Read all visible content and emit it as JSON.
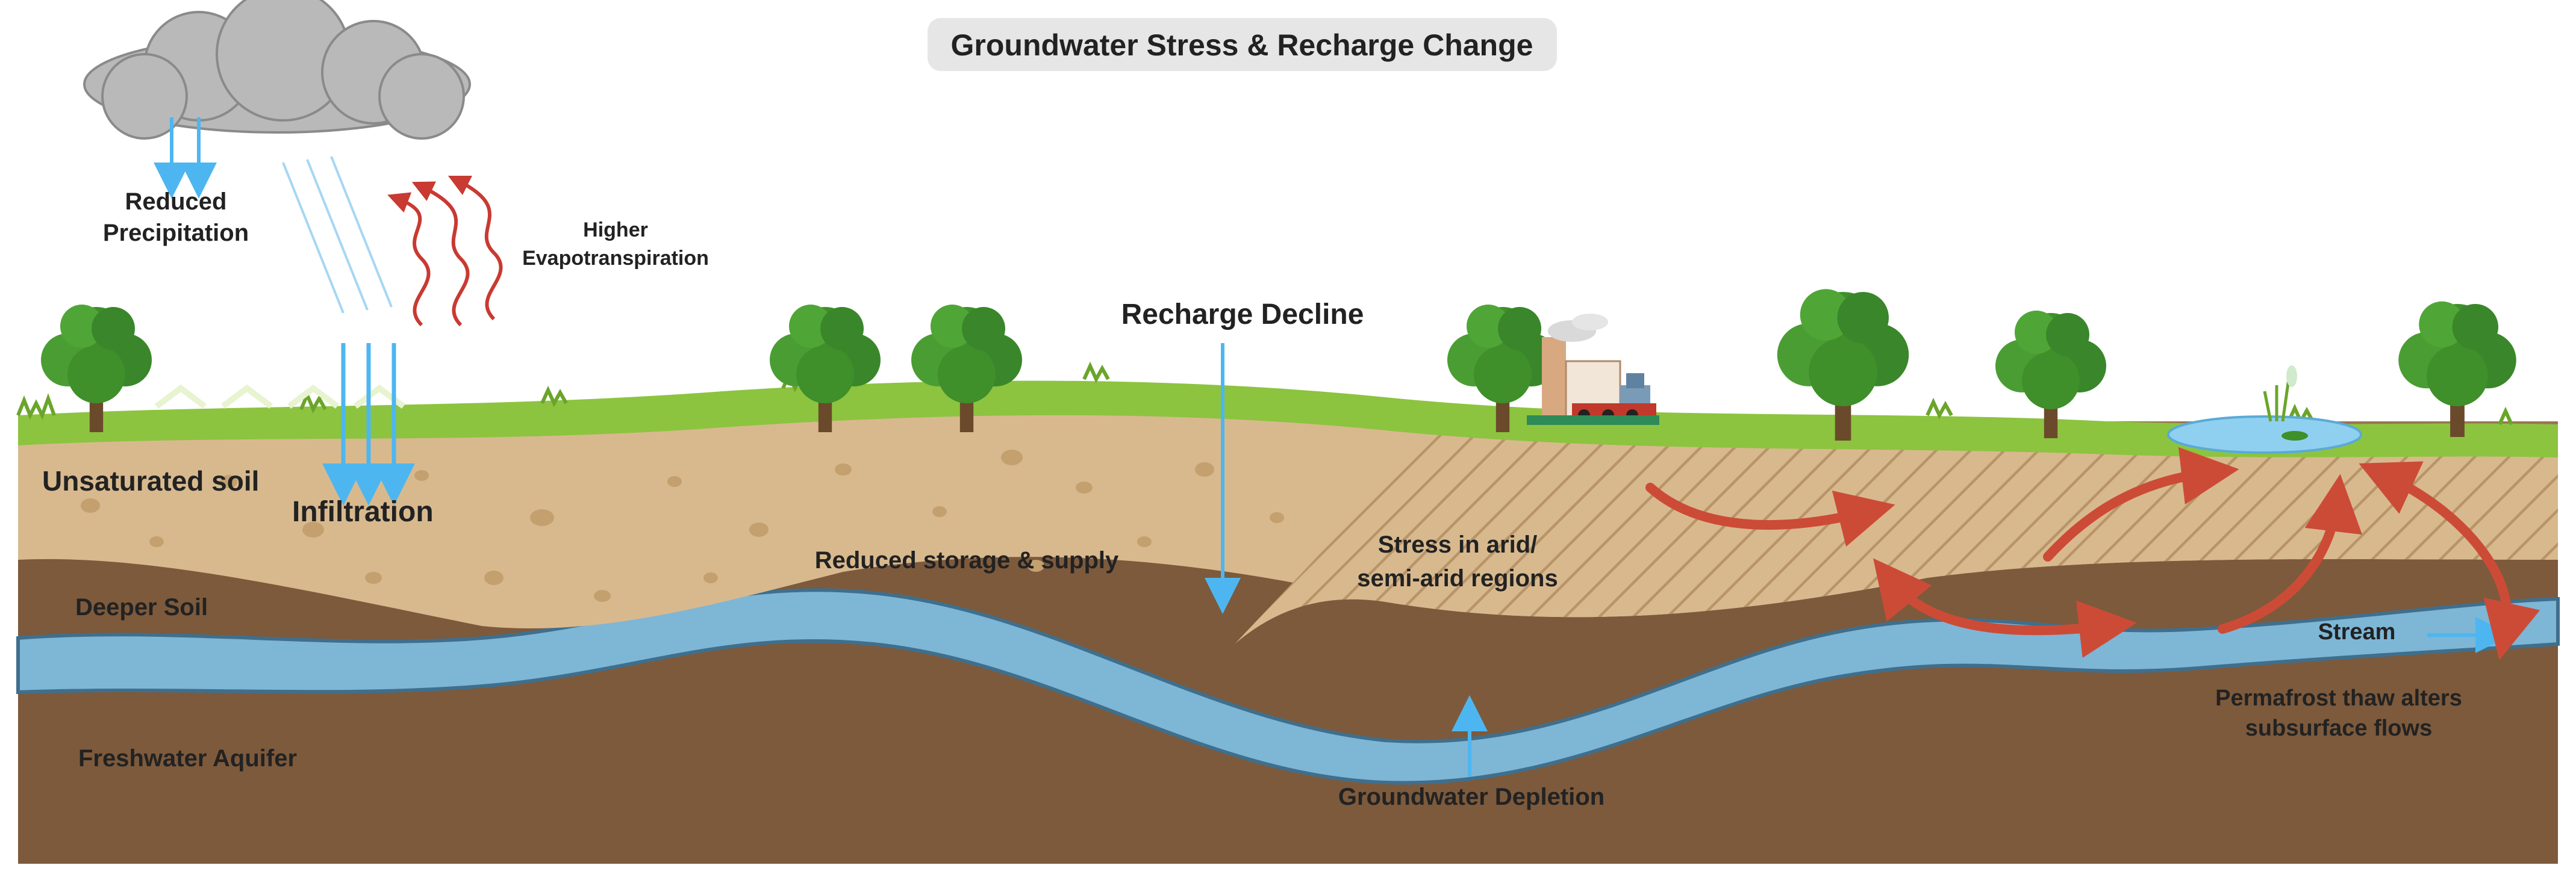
{
  "title": "Groundwater Stress & Recharge Change",
  "labels": {
    "reduced_precipitation": [
      "Reduced",
      "Precipitation"
    ],
    "higher_evapotranspiration": [
      "Higher",
      "Evapotranspiration"
    ],
    "recharge_decline": "Recharge Decline",
    "unsaturated_soil": "Unsaturated soil",
    "infiltration": "Infiltration",
    "reduced_storage": "Reduced storage & supply",
    "stress_arid": [
      "Stress in arid/",
      "semi-arid regions"
    ],
    "deeper_soil": "Deeper Soil",
    "freshwater_aquifer": "Freshwater Aquifer",
    "groundwater_depletion": "Groundwater Depletion",
    "stream": "Stream",
    "permafrost": [
      "Permafrost thaw alters",
      "subsurface flows"
    ]
  },
  "colors": {
    "sky": "#ffffff",
    "grass": "#8cc43f",
    "grass_dark": "#6aa52a",
    "topsoil": "#d8b98e",
    "pebble": "#c4a06f",
    "hatch": "#b89468",
    "deeper_soil": "#7d5a3c",
    "aquifer_rock": "#9a7550",
    "aquifer_water": "#7eb6d6",
    "water_edge": "#3f6f8c",
    "arrow_blue": "#4db6f0",
    "arrow_red": "#cc4b36",
    "heat_wave": "#c83a32",
    "cloud": "#b9b9b9",
    "tree_leaf": "#3f8f2a",
    "tree_trunk": "#6b4a2b",
    "pond": "#8fd0f0"
  },
  "icons": [
    "cloud-icon",
    "tree-icon",
    "factory-icon",
    "pond-icon"
  ]
}
